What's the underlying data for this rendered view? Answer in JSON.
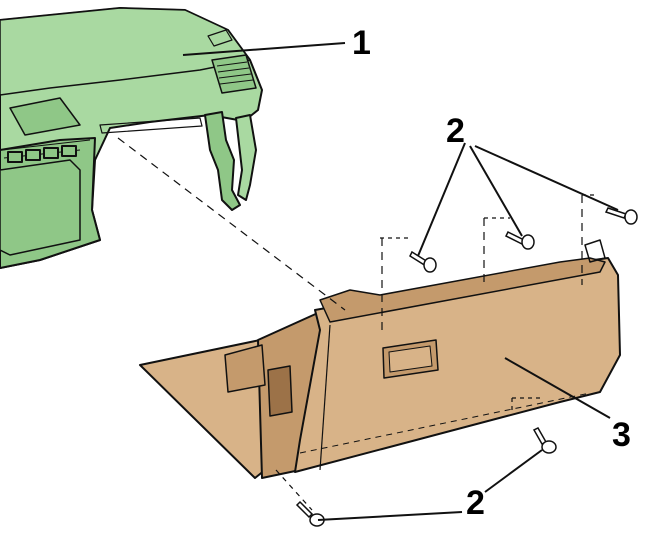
{
  "colors": {
    "dashboard_fill": "#a9d9a1",
    "dashboard_shadow": "#8fc787",
    "glovebox_fill": "#d8b388",
    "glovebox_shadow": "#c49a6c",
    "glovebox_dark": "#9c7248",
    "outline": "#111111"
  },
  "parts": [
    {
      "number": "1",
      "part": "dashboard-panel"
    },
    {
      "number": "2",
      "part": "glovebox-upper-screws"
    },
    {
      "number": "2",
      "part": "glovebox-lower-screws"
    },
    {
      "number": "3",
      "part": "glovebox"
    }
  ]
}
